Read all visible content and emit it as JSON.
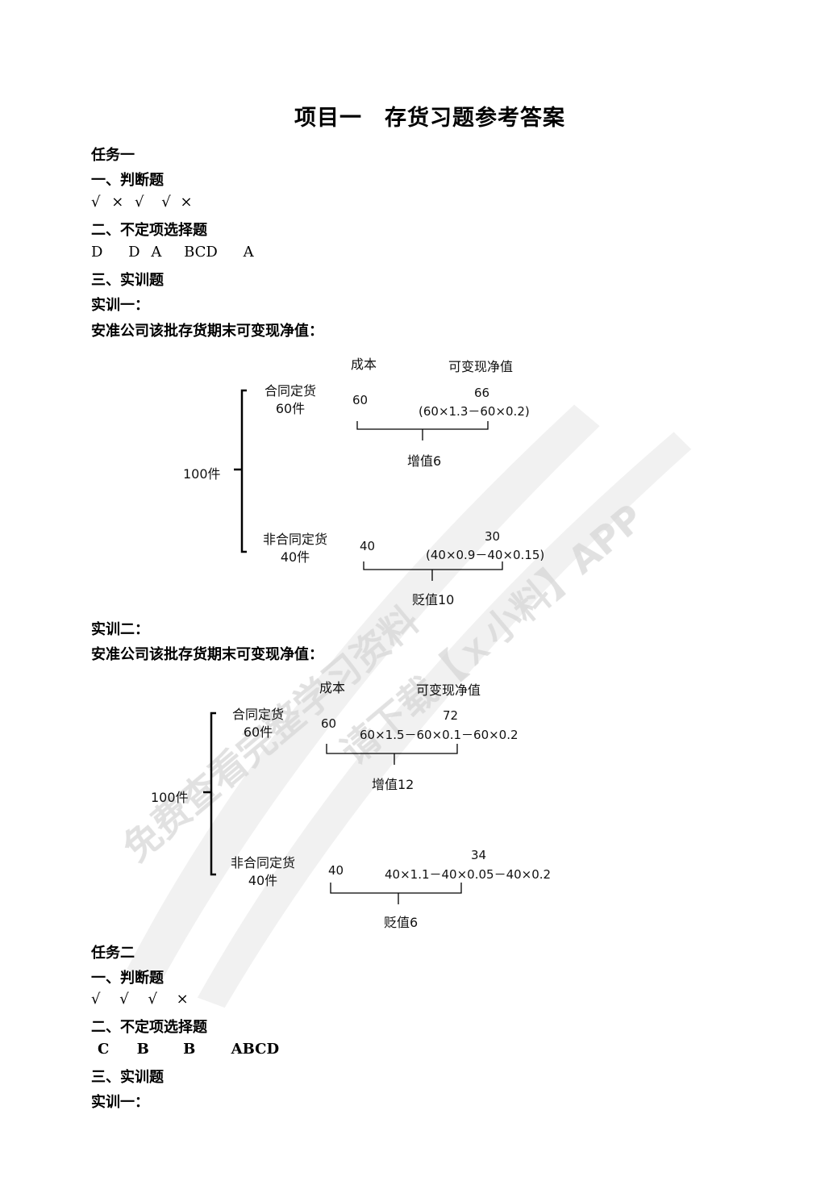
{
  "page_title": "项目一　存货习题参考答案",
  "task1": {
    "heading": "任务一",
    "judge_heading": "一、判断题",
    "judge_answers": [
      "√",
      "×",
      "√",
      "√",
      "×"
    ],
    "choice_heading": "二、不定项选择题",
    "choice_answers": [
      "D",
      "D",
      "A",
      "BCD",
      "A"
    ],
    "practice_heading": "三、实训题",
    "practice1_heading": "实训一：",
    "practice1_desc": "安准公司该批存货期末可变现净值：",
    "diagram1": {
      "col_cost": "成本",
      "col_nrv": "可变现净值",
      "total": "100件",
      "contract_name": "合同定货",
      "contract_qty": "60件",
      "contract_cost": "60",
      "contract_nrv": "66",
      "contract_formula": "(60×1.3－60×0.2)",
      "contract_result": "增值6",
      "noncontract_name": "非合同定货",
      "noncontract_qty": "40件",
      "noncontract_cost": "40",
      "noncontract_nrv": "30",
      "noncontract_formula": "(40×0.9－40×0.15)",
      "noncontract_result": "贬值10"
    },
    "practice2_heading": "实训二：",
    "practice2_desc": "安准公司该批存货期末可变现净值：",
    "diagram2": {
      "col_cost": "成本",
      "col_nrv": "可变现净值",
      "total": "100件",
      "contract_name": "合同定货",
      "contract_qty": "60件",
      "contract_cost": "60",
      "contract_nrv": "72",
      "contract_formula": "60×1.5－60×0.1－60×0.2",
      "contract_result": "增值12",
      "noncontract_name": "非合同定货",
      "noncontract_qty": "40件",
      "noncontract_cost": "40",
      "noncontract_nrv": "34",
      "noncontract_formula": "40×1.1－40×0.05－40×0.2",
      "noncontract_result": "贬值6"
    }
  },
  "task2": {
    "heading": "任务二",
    "judge_heading": "一、判断题",
    "judge_answers": [
      "√",
      "√",
      "√",
      "×"
    ],
    "choice_heading": "二、不定项选择题",
    "choice_answers": [
      "C",
      "B",
      "B",
      "ABCD"
    ],
    "practice_heading": "三、实训题",
    "practice1_heading": "实训一："
  },
  "watermark": {
    "line1": "免费查看完整学习资料",
    "line2": "请下载【ｘ小料】APP",
    "color": "#cfcfcf"
  }
}
